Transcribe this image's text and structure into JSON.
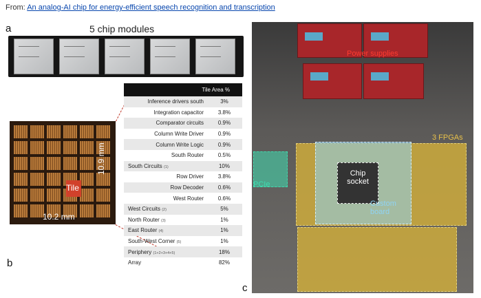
{
  "header": {
    "prefix": "From:",
    "link_text": "An analog-AI chip for energy-efficient speech recognition and transcription"
  },
  "panel_a": {
    "label": "a",
    "title": "5 chip modules"
  },
  "panel_b": {
    "label": "b",
    "tile_label": "Tile",
    "height_label": "10.9 mm",
    "width_label": "10.2 mm"
  },
  "panel_c": {
    "label": "c",
    "power_supplies": "Power supplies",
    "fpgas": "3 FPGAs",
    "chip_socket": "Chip socket",
    "custom_board": "Custom board",
    "pcie": "PCIe"
  },
  "table": {
    "header": "Tile Area %",
    "rows": [
      {
        "name": "Inference drivers south",
        "value": "3%",
        "sub": "",
        "align": "right"
      },
      {
        "name": "Integration capacitor",
        "value": "3.8%",
        "sub": "",
        "align": "right"
      },
      {
        "name": "Comparator circuits",
        "value": "0.9%",
        "sub": "",
        "align": "right"
      },
      {
        "name": "Column Write Driver",
        "value": "0.9%",
        "sub": "",
        "align": "right"
      },
      {
        "name": "Column Write Logic",
        "value": "0.9%",
        "sub": "",
        "align": "right"
      },
      {
        "name": "South Router",
        "value": "0.5%",
        "sub": "",
        "align": "right"
      },
      {
        "name": "South Circuits",
        "value": "10%",
        "sub": "(1)",
        "align": "left"
      },
      {
        "name": "Row Driver",
        "value": "3.8%",
        "sub": "",
        "align": "right"
      },
      {
        "name": "Row Decoder",
        "value": "0.6%",
        "sub": "",
        "align": "right"
      },
      {
        "name": "West Router",
        "value": "0.6%",
        "sub": "",
        "align": "right"
      },
      {
        "name": "West Circuits",
        "value": "5%",
        "sub": "(2)",
        "align": "left"
      },
      {
        "name": "North Router",
        "value": "1%",
        "sub": "(3)",
        "align": "left"
      },
      {
        "name": "East Router",
        "value": "1%",
        "sub": "(4)",
        "align": "left"
      },
      {
        "name": "South-West Corner",
        "value": "1%",
        "sub": "(5)",
        "align": "left"
      },
      {
        "name": "Periphery",
        "value": "18%",
        "sub": "(1+2+3+4+5)",
        "align": "left"
      },
      {
        "name": "Array",
        "value": "82%",
        "sub": "",
        "align": "left"
      }
    ]
  },
  "colors": {
    "link": "#0645ad",
    "tile_red": "#d1412b",
    "psu_red": "#a8262a",
    "fpga_label": "#e8c04a",
    "custom_board": "#8fd3f4",
    "pcie": "#3fdcb0"
  }
}
